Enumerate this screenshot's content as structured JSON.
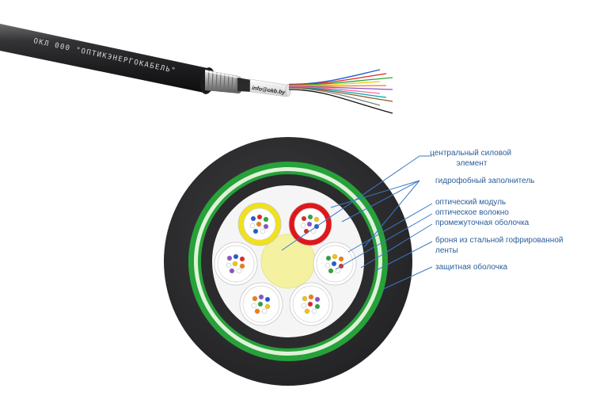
{
  "cable_print": {
    "jacket_text": "ОКЛ 000 \"ОПТИКЭНЕРГОКАБЕЛЬ\"",
    "tape_text": "info@okb.by"
  },
  "labels": [
    {
      "id": "central",
      "lines": [
        "центральный силовой",
        "элемент"
      ]
    },
    {
      "id": "hydro",
      "lines": [
        "гидрофобный заполнитель"
      ]
    },
    {
      "id": "module",
      "lines": [
        "оптический модуль"
      ]
    },
    {
      "id": "fiber",
      "lines": [
        "оптическое волокно"
      ]
    },
    {
      "id": "inter",
      "lines": [
        "промежуточная оболочка"
      ]
    },
    {
      "id": "armor",
      "lines": [
        "броня из стальной гофрированной",
        "ленты"
      ]
    },
    {
      "id": "sheath",
      "lines": [
        "защитная оболочка"
      ]
    }
  ],
  "colors": {
    "jacket": "#2e2e30",
    "armor_green": "#27a13a",
    "armor_light": "#dff2d8",
    "central_member": "#f4f2a0",
    "label_text": "#2a5d9a",
    "leader": "#3b78c4",
    "module_yellow": "#f0e11c",
    "module_red": "#e1161b"
  },
  "modules": [
    {
      "id": "module-yellow",
      "ring": "yellow"
    },
    {
      "id": "module-red",
      "ring": "red"
    },
    {
      "id": "module-right",
      "ring": "white"
    },
    {
      "id": "module-bottom-right",
      "ring": "white"
    },
    {
      "id": "module-bottom-left",
      "ring": "white"
    },
    {
      "id": "module-left",
      "ring": "white"
    }
  ],
  "fiber_colors": [
    "#1f5cd6",
    "#e5261e",
    "#2aa63a",
    "#f2c40f",
    "#f07d12",
    "#8b52c7"
  ]
}
